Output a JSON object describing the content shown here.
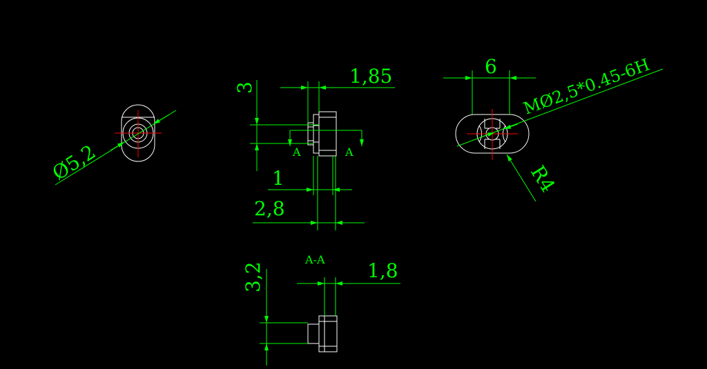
{
  "colors": {
    "background": "#000000",
    "geometry": "#ffffff",
    "dimension": "#00ff00",
    "centerline": "#ff0000"
  },
  "views": {
    "left_view": {
      "diameter_label": "Ø5,2"
    },
    "front_view": {
      "dim_top": "1,85",
      "dim_left_vertical": "3",
      "dim_inner": "1",
      "dim_bottom": "2,8",
      "section_mark_left": "A",
      "section_mark_right": "A"
    },
    "right_view": {
      "dim_width": "6",
      "thread_label": "MØ2,5*0.45-6H",
      "radius_label": "R4"
    },
    "section_view": {
      "title": "A-A",
      "dim_vertical": "3,2",
      "dim_top": "1,8"
    }
  }
}
